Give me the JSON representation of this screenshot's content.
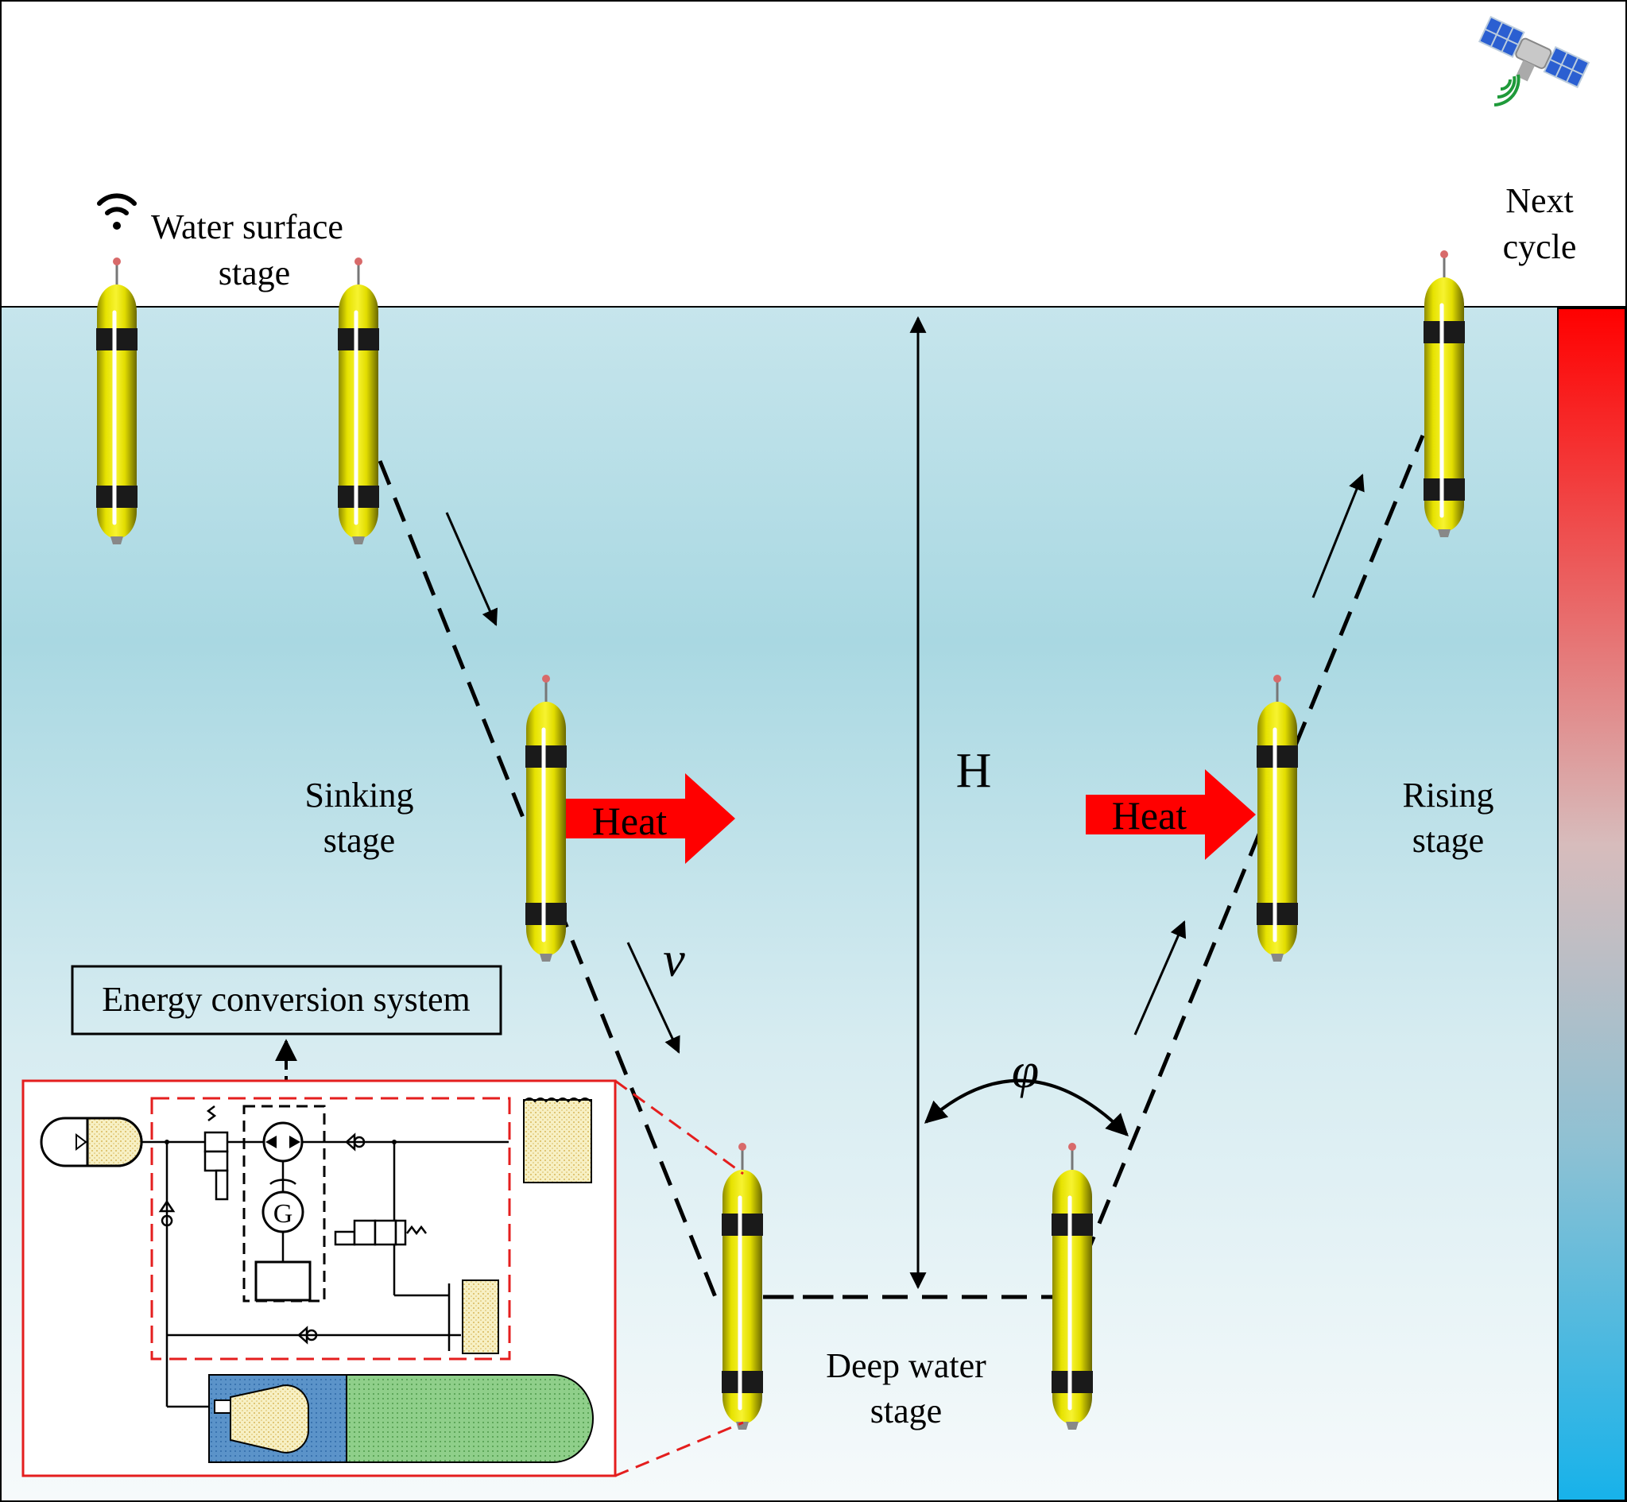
{
  "labels": {
    "surface_line1": "Water surface",
    "surface_line2": "stage",
    "next_line1": "Next",
    "next_line2": "cycle",
    "sinking_line1": "Sinking",
    "sinking_line2": "stage",
    "rising_line1": "Rising",
    "rising_line2": "stage",
    "deep_line1": "Deep water",
    "deep_line2": "stage",
    "energy_box": "Energy conversion system",
    "heat_left": "Heat",
    "heat_right": "Heat",
    "depth": "H",
    "speed": "v",
    "angle": "φ",
    "generator": "G"
  },
  "icons": {
    "satellite": "satellite-icon",
    "wifi": "wifi-icon"
  },
  "colors": {
    "water_top": "#c6e5ec",
    "water_mid": "#a9d8e2",
    "water_bottom": "#f6fafb",
    "glider_body": "#f2ee10",
    "glider_band": "#1a1a1a",
    "heat_arrow": "#ff0000",
    "temp_bar_top": "#ff0000",
    "temp_bar_mid": "#d7bcbc",
    "temp_bar_bottom": "#17b2ea",
    "inset_border": "#e41e1e"
  }
}
